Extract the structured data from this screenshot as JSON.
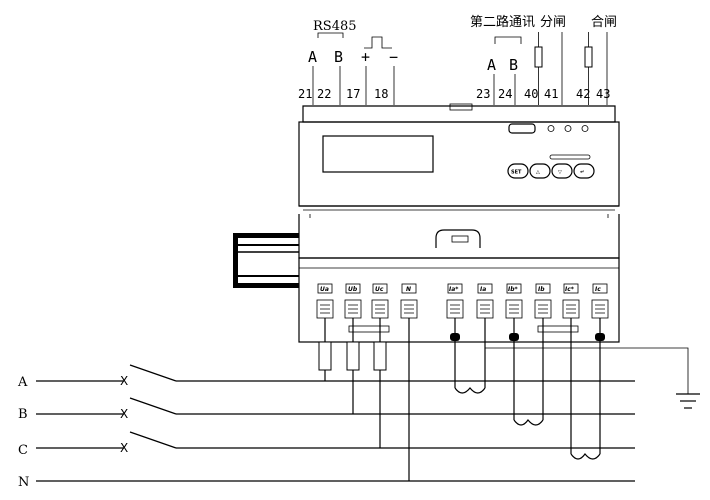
{
  "protocol_label": "RS485",
  "second_comm_label": "第二路通讯",
  "open_label": "分闸",
  "close_label": "合闸",
  "signal_a": "A",
  "signal_b": "B",
  "pulse_plus": "+",
  "pulse_minus": "−",
  "terminals": [
    "21",
    "22",
    "17",
    "18",
    "23",
    "24",
    "40",
    "41",
    "42",
    "43"
  ],
  "bottom_terminals": [
    "Ua",
    "Ub",
    "Uc",
    "N",
    "Ia*",
    "Ia",
    "Ib*",
    "Ib",
    "Ic*",
    "Ic"
  ],
  "buttons": [
    "SET",
    "△",
    "▽",
    "↵"
  ],
  "phases": [
    "A",
    "B",
    "C",
    "N"
  ],
  "switch_mark": "X"
}
